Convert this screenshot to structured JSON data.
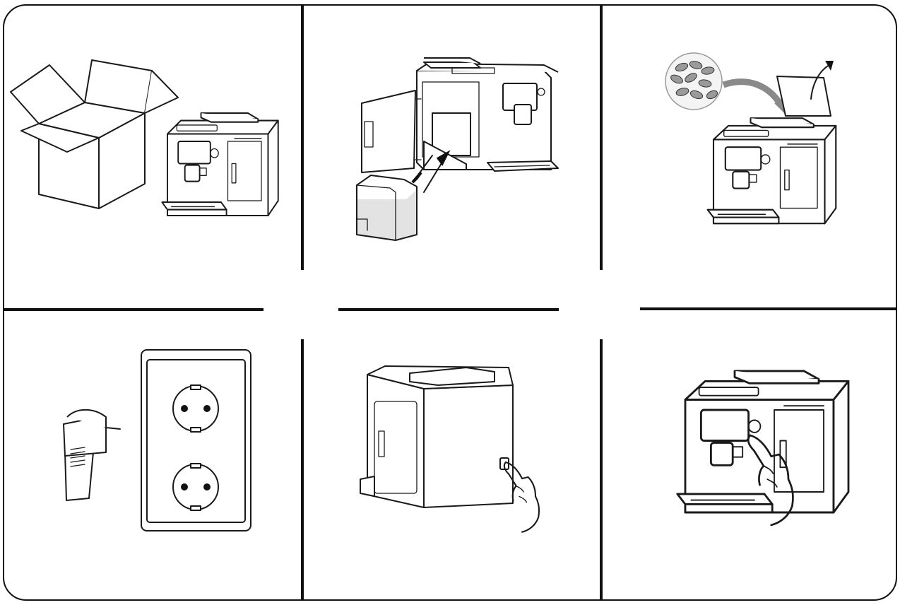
{
  "diagram": {
    "panels": [
      {
        "id": "unbox",
        "icons": [
          "box-icon",
          "coffee-machine-icon"
        ]
      },
      {
        "id": "water-tank",
        "icons": [
          "coffee-machine-open-door-icon",
          "water-tank-icon",
          "arrow-icon"
        ]
      },
      {
        "id": "beans",
        "icons": [
          "coffee-beans-icon",
          "curved-arrow-icon",
          "bean-lid-icon",
          "coffee-machine-icon"
        ]
      },
      {
        "id": "power-plug",
        "icons": [
          "plug-icon",
          "wall-socket-icon"
        ]
      },
      {
        "id": "power-switch",
        "icons": [
          "coffee-machine-rear-icon",
          "finger-icon"
        ]
      },
      {
        "id": "power-button",
        "icons": [
          "coffee-machine-icon",
          "finger-icon"
        ]
      }
    ],
    "colors": {
      "line": "#1a1a1a",
      "background": "#ffffff",
      "water": "#d9d9d9"
    }
  }
}
